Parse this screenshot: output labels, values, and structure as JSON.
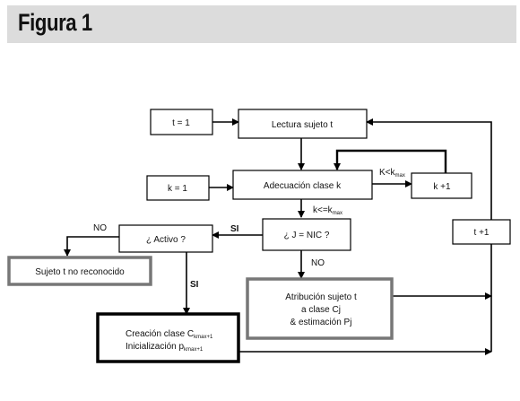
{
  "header": {
    "title": "Figura 1"
  },
  "nodes": {
    "t1": "t = 1",
    "lectura": "Lectura sujeto t",
    "k1": "k = 1",
    "adecuacion": "Adecuación clase k",
    "kplus": "k +1",
    "tplus": "t +1",
    "nic": "¿ J = NIC ?",
    "activo": "¿ Activo ?",
    "no_reconocido": "Sujeto t no reconocido",
    "atrib_line1": "Atribución sujeto t",
    "atrib_line2": "a clase Cj",
    "atrib_line3": "& estimación Pj",
    "creacion_main": "Creación clase C",
    "creacion_sub": "kmax+1",
    "inicializacion_main": "Inicialización p",
    "inicializacion_sub": "kmax+1"
  },
  "edges": {
    "k_less_main": "K<k",
    "k_less_sub": "max",
    "k_lesseq_main": "k<=k",
    "k_lesseq_sub": "max",
    "si_left": "SI",
    "no_left": "NO",
    "no_down": "NO",
    "si_down": "SI"
  }
}
